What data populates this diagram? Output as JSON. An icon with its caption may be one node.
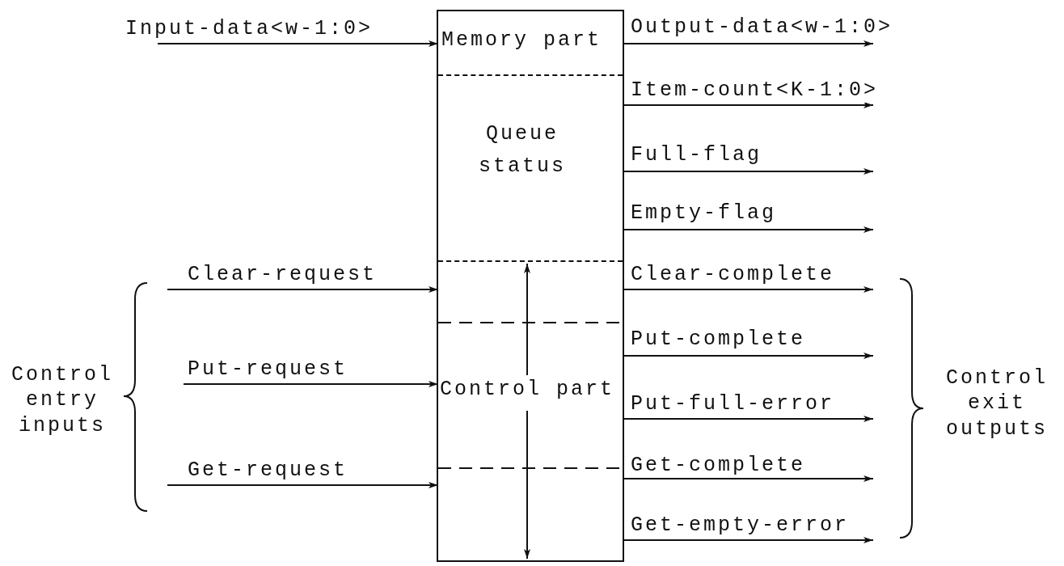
{
  "diagram": {
    "nodes": [
      {
        "text": [],
        "shape": "box"
      },
      {
        "text": [
          "Memory part"
        ],
        "in": 0
      },
      {
        "text": [
          "Queue status"
        ],
        "in": 0
      },
      {
        "text": [
          "Control part"
        ],
        "in": 0
      }
    ],
    "edges": [
      {
        "from": null,
        "to": 1,
        "arrow": "to",
        "label": "Input-data<w-1:0>"
      },
      {
        "from": null,
        "to": 3,
        "arrow": "to",
        "label": "Clear-request"
      },
      {
        "from": null,
        "to": 3,
        "arrow": "to",
        "label": "Put-request"
      },
      {
        "from": null,
        "to": 3,
        "arrow": "to",
        "label": "Get-request"
      },
      {
        "from": 1,
        "to": null,
        "arrow": "to",
        "label": "Output-data<w-1:0>"
      },
      {
        "from": 2,
        "to": null,
        "arrow": "to",
        "label": "Item-count<K-1:0>"
      },
      {
        "from": 2,
        "to": null,
        "arrow": "to",
        "label": "Full-flag"
      },
      {
        "from": 2,
        "to": null,
        "arrow": "to",
        "label": "Empty-flag"
      },
      {
        "from": 3,
        "to": null,
        "arrow": "to",
        "label": "Clear-complete"
      },
      {
        "from": 3,
        "to": null,
        "arrow": "to",
        "label": "Put-complete"
      },
      {
        "from": 3,
        "to": null,
        "arrow": "to",
        "label": "Put-full-error"
      },
      {
        "from": 3,
        "to": null,
        "arrow": "to",
        "label": "Get-complete"
      },
      {
        "from": 3,
        "to": null,
        "arrow": "to",
        "label": "Get-empty-error"
      }
    ],
    "labels": [
      "Control entry inputs",
      "Control exit outputs"
    ]
  }
}
